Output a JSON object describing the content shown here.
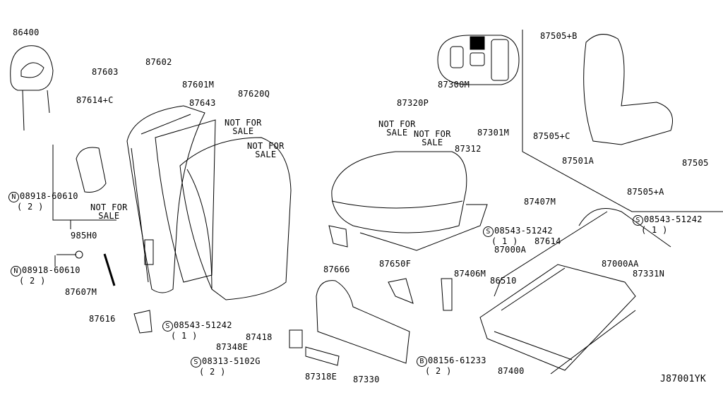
{
  "diagram_code": "J87001YK",
  "parts": [
    {
      "id": "headrest",
      "number": "86400"
    },
    {
      "id": "guide-a",
      "number": "87603"
    },
    {
      "id": "guide-b",
      "number": "87602"
    },
    {
      "id": "clip-c",
      "number": "87614+C"
    },
    {
      "id": "back-frame",
      "number": "87601M"
    },
    {
      "id": "back-pad",
      "number": "87643"
    },
    {
      "id": "back-trim",
      "number": "87620Q"
    },
    {
      "id": "airbag-module",
      "number": "985H0"
    },
    {
      "id": "link",
      "number": "87607M"
    },
    {
      "id": "bracket",
      "number": "87616"
    },
    {
      "id": "knob",
      "number": "87418"
    },
    {
      "id": "spring",
      "number": "87348E"
    },
    {
      "id": "lever",
      "number": "87318E"
    },
    {
      "id": "finisher",
      "number": "87330"
    },
    {
      "id": "clip-d",
      "number": "87666"
    },
    {
      "id": "bracket-f",
      "number": "87650F"
    },
    {
      "id": "bracket-m",
      "number": "87406M"
    },
    {
      "id": "adjuster",
      "number": "87400"
    },
    {
      "id": "stopper",
      "number": "86510"
    },
    {
      "id": "bolt-a",
      "number": "87000A"
    },
    {
      "id": "clip-e",
      "number": "87614"
    },
    {
      "id": "bolt-aa",
      "number": "87000AA"
    },
    {
      "id": "harness",
      "number": "87331N"
    },
    {
      "id": "cover-m",
      "number": "87407M"
    },
    {
      "id": "cushion",
      "number": "87300M"
    },
    {
      "id": "cushion-trim",
      "number": "87320P"
    },
    {
      "id": "cushion-pad",
      "number": "87312"
    },
    {
      "id": "cushion-frame",
      "number": "87301M"
    },
    {
      "id": "cover-b",
      "number": "87505+B"
    },
    {
      "id": "cover-c",
      "number": "87505+C"
    },
    {
      "id": "screw-a",
      "number": "87501A"
    },
    {
      "id": "cover",
      "number": "87505"
    },
    {
      "id": "cover-a",
      "number": "87505+A"
    }
  ],
  "fasteners": [
    {
      "symbol": "N",
      "number": "08918-60610",
      "qty": "( 2 )"
    },
    {
      "symbol": "N",
      "number": "08918-60610",
      "qty": "( 2 )"
    },
    {
      "symbol": "S",
      "number": "08543-51242",
      "qty": "( 1 )"
    },
    {
      "symbol": "S",
      "number": "08313-5102G",
      "qty": "( 2 )"
    },
    {
      "symbol": "B",
      "number": "08156-61233",
      "qty": "( 2 )"
    },
    {
      "symbol": "S",
      "number": "08543-51242",
      "qty": "( 1 )"
    },
    {
      "symbol": "S",
      "number": "08543-51242",
      "qty": "( 1 )"
    }
  ],
  "not_for_sale": [
    "NOT FOR\nSALE",
    "NOT FOR\nSALE",
    "NOT FOR\nSALE",
    "NOT FOR\nSALE",
    "NOT FOR\nSALE"
  ]
}
